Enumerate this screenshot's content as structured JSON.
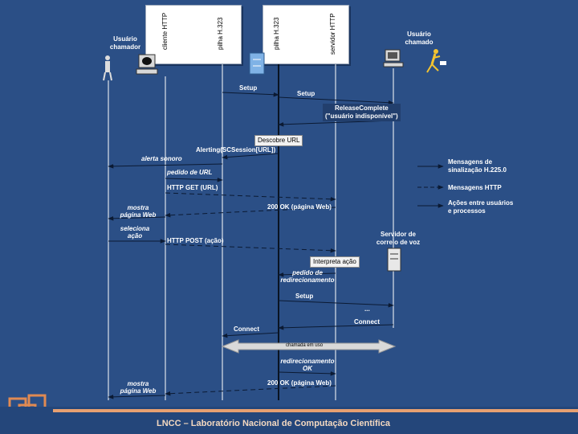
{
  "header": {
    "cliente_http": "cliente HTTP",
    "pilha_left": "pilha H.323",
    "pilha_right": "pilha H.323",
    "servidor_http": "servidor HTTP"
  },
  "actors": {
    "chamador": [
      "Usuário",
      "chamador"
    ],
    "chamado": [
      "Usuário",
      "chamado"
    ],
    "voz": [
      "Servidor de",
      "correio de voz"
    ]
  },
  "messages": {
    "setup1": "Setup",
    "setup2": "Setup",
    "release1": "ReleaseComplete",
    "release2": "(\"usuário indisponível\")",
    "descobre": "Descobre URL",
    "alerting": "Alerting(SCSession[URL])",
    "alerta": "alerta sonoro",
    "pedido_url": "pedido de URL",
    "http_get": "HTTP GET (URL)",
    "ok1": "200 OK (página Web)",
    "mostra1a": "mostra",
    "mostra1b": "página Web",
    "seleciona1": "seleciona",
    "seleciona2": "ação",
    "http_post": "HTTP POST (ação)",
    "interpreta": "Interpreta ação",
    "pedido_red1": "pedido de",
    "pedido_red2": "redirecionamento",
    "setup3": "Setup",
    "dots": "...",
    "connect_right": "Connect",
    "connect_left": "Connect",
    "chamada": "chamada em uso",
    "red_ok1": "redirecionamento",
    "red_ok2": "OK",
    "ok2": "200 OK (página Web)",
    "mostra2a": "mostra",
    "mostra2b": "página Web"
  },
  "legend": {
    "sig1": "Mensagens de",
    "sig2": "sinalização H.225.0",
    "http": "Mensagens HTTP",
    "acoes1": "Ações entre usuários",
    "acoes2": "e processos"
  },
  "footer": {
    "title": "LNCC – Laboratório Nacional de Computação Científica"
  },
  "colors": {
    "background": "#2b4f86",
    "footer_bar": "#e7a071",
    "logo": "#e08a52"
  }
}
